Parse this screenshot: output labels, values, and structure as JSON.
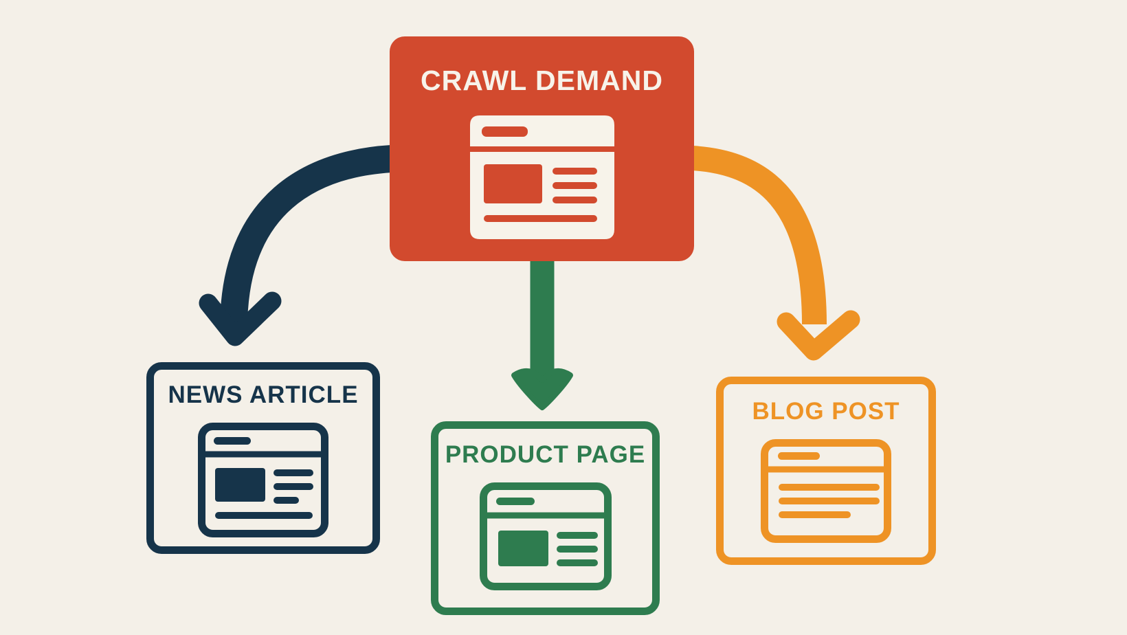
{
  "colors": {
    "background": "#F4F0E8",
    "red": "#D24A2E",
    "navy": "#16344A",
    "green": "#2E7C4F",
    "orange": "#EE9325",
    "light": "#F7F3EA"
  },
  "diagram": {
    "source": {
      "label": "CRAWL DEMAND",
      "color": "#D24A2E",
      "icon": "webpage-icon"
    },
    "targets": [
      {
        "id": "news-article",
        "label": "NEWS ARTICLE",
        "color": "#16344A",
        "icon": "news-article-icon",
        "arrow": "curved-down-left"
      },
      {
        "id": "product-page",
        "label": "PRODUCT PAGE",
        "color": "#2E7C4F",
        "icon": "product-page-icon",
        "arrow": "straight-down"
      },
      {
        "id": "blog-post",
        "label": "BLOG POST",
        "color": "#EE9325",
        "icon": "blog-post-icon",
        "arrow": "curved-down-right"
      }
    ]
  }
}
